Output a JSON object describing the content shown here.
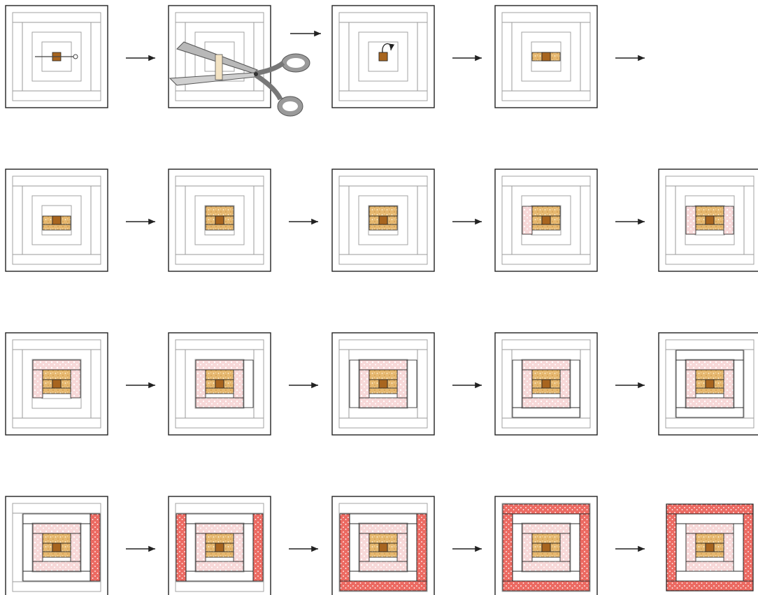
{
  "diagram": {
    "rows": [
      {
        "steps": [
          {
            "fabrics": [],
            "pinned_center": true
          },
          {
            "fabrics": [],
            "scissors": true
          },
          {
            "fabrics": [
              "c"
            ],
            "flip_arrow": true
          },
          {
            "fabrics": [
              "c",
              "ts"
            ]
          }
        ]
      },
      {
        "steps": [
          {
            "fabrics": [
              "c",
              "ts",
              "bs"
            ]
          },
          {
            "fabrics": [
              "c",
              "ts",
              "bs",
              "ls"
            ]
          },
          {
            "fabrics": [
              "c",
              "ts",
              "bs",
              "ls",
              "rs"
            ]
          },
          {
            "fabrics": [
              "c",
              "ts",
              "bs",
              "ls",
              "rs",
              "tp"
            ]
          },
          {
            "fabrics": [
              "c",
              "ts",
              "bs",
              "ls",
              "rs",
              "tp",
              "bp"
            ]
          }
        ]
      },
      {
        "steps": [
          {
            "fabrics": [
              "c",
              "ts",
              "bs",
              "ls",
              "rs",
              "tp",
              "bp",
              "lp"
            ]
          },
          {
            "fabrics": [
              "c",
              "ts",
              "bs",
              "ls",
              "rs",
              "tp",
              "bp",
              "lp",
              "rp",
              "rb"
            ]
          },
          {
            "fabrics": [
              "c",
              "ts",
              "bs",
              "ls",
              "rs",
              "tp",
              "bp",
              "lp",
              "rp",
              "rb",
              "lb"
            ]
          },
          {
            "fabrics": [
              "c",
              "ts",
              "bs",
              "ls",
              "rs",
              "tp",
              "bp",
              "lp",
              "rp",
              "rb",
              "lb",
              "bb"
            ]
          },
          {
            "fabrics": [
              "c",
              "ts",
              "bs",
              "ls",
              "rs",
              "tp",
              "bp",
              "lp",
              "rp",
              "rb",
              "lb",
              "bb",
              "tb"
            ]
          }
        ]
      },
      {
        "steps": [
          {
            "fabrics": [
              "c",
              "ts",
              "bs",
              "ls",
              "rs",
              "tp",
              "bp",
              "lp",
              "rp",
              "rb",
              "lb",
              "bb",
              "tb",
              "rr"
            ]
          },
          {
            "fabrics": [
              "c",
              "ts",
              "bs",
              "ls",
              "rs",
              "tp",
              "bp",
              "lp",
              "rp",
              "rb",
              "lb",
              "bb",
              "tb",
              "rr",
              "lr"
            ]
          },
          {
            "fabrics": [
              "c",
              "ts",
              "bs",
              "ls",
              "rs",
              "tp",
              "bp",
              "lp",
              "rp",
              "rb",
              "lb",
              "bb",
              "tb",
              "rr",
              "lr",
              "br"
            ]
          },
          {
            "fabrics": [
              "c",
              "ts",
              "bs",
              "ls",
              "rs",
              "tp",
              "bp",
              "lp",
              "rp",
              "rb",
              "lb",
              "bb",
              "tb",
              "rr",
              "lr",
              "br",
              "tr"
            ]
          },
          {
            "fabrics": [
              "c",
              "ts",
              "bs",
              "ls",
              "rs",
              "tp",
              "bp",
              "lp",
              "rp",
              "rb",
              "lb",
              "bb",
              "tb",
              "rr",
              "lr",
              "br",
              "tr"
            ],
            "trimmed": true
          }
        ]
      }
    ],
    "colors": {
      "center": "#a8651f",
      "sand": "#e6b870",
      "pink": "#f7d8d8",
      "blue": "#c4d2ec",
      "red": "#ec6a62",
      "outline": "#222222",
      "guide": "#9a9a9a"
    }
  }
}
